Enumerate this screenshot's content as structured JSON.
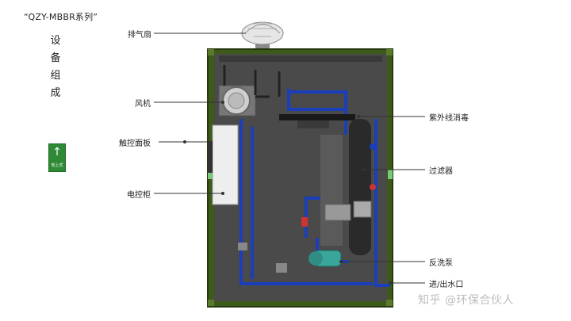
{
  "header": {
    "series": "“QZY-MBBR系列”",
    "vertical_title": [
      "设",
      "备",
      "组",
      "成"
    ]
  },
  "badge": {
    "arrow": "↑",
    "text": "地上式",
    "color": "#2f8a35"
  },
  "labels": {
    "exhaust_fan": "排气扇",
    "blower": "风机",
    "touch_panel": "触控面板",
    "control_cabinet": "电控柜",
    "uv_disinfection": "紫外线消毒",
    "filter": "过滤器",
    "backwash_pump": "反洗泵",
    "inlet_outlet": "进/出水口"
  },
  "watermark": "知乎 @环保合伙人",
  "colors": {
    "frame_green": "#3e5a1a",
    "panel_dark": "#4a4a4a",
    "pipe_blue": "#1b3fb8",
    "cabinet": "#eeeeee"
  }
}
